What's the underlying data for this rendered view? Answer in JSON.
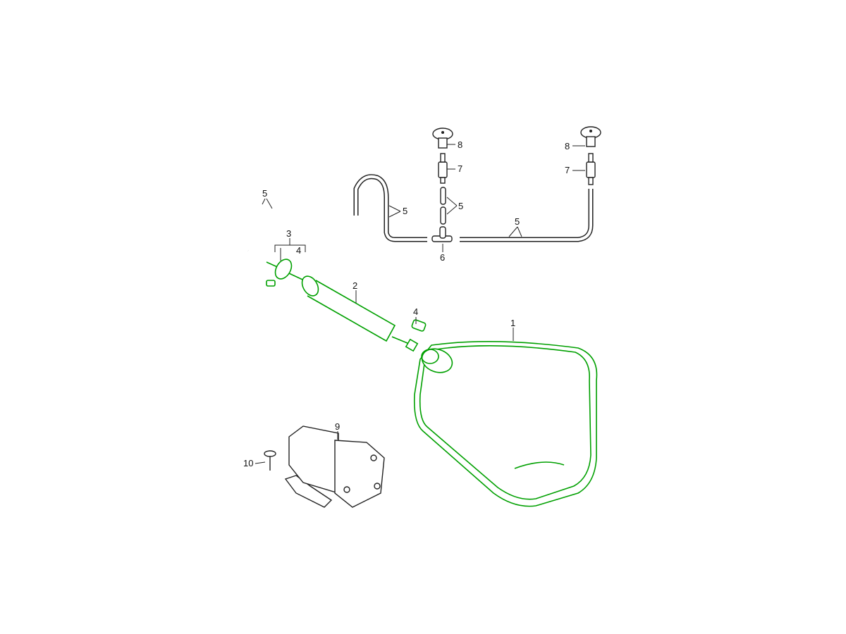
{
  "diagram": {
    "highlight_color": "#00a000",
    "line_color": "#222222",
    "callouts": {
      "tank": "1",
      "pump_tube": "2",
      "cap_assembly": "3",
      "cap_fitting": "4",
      "connector": "4",
      "hose_left": "5",
      "hose_u": "5",
      "hose_center": "5",
      "hose_right": "5",
      "tee_piece": "6",
      "valve_left": "7",
      "valve_right": "7",
      "nozzle_left": "8",
      "nozzle_right": "8",
      "pump_motor": "9",
      "screw": "10"
    }
  }
}
